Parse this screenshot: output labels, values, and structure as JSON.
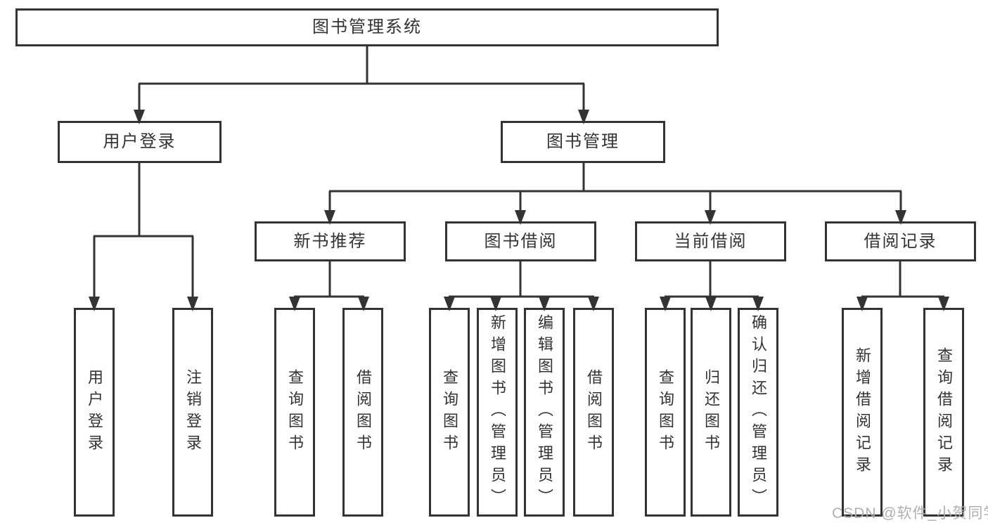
{
  "diagram": {
    "root": {
      "label": "图书管理系统"
    },
    "level2": [
      {
        "label": "用户登录"
      },
      {
        "label": "图书管理"
      }
    ],
    "level3": [
      {
        "label": "新书推荐"
      },
      {
        "label": "图书借阅"
      },
      {
        "label": "当前借阅"
      },
      {
        "label": "借阅记录"
      }
    ],
    "leaves": [
      {
        "label": "用户登录"
      },
      {
        "label": "注销登录"
      },
      {
        "label": "查询图书"
      },
      {
        "label": "借阅图书"
      },
      {
        "label": "查询图书"
      },
      {
        "label": "新增图书（管理员）"
      },
      {
        "label": "编辑图书（管理员）"
      },
      {
        "label": "借阅图书"
      },
      {
        "label": "查询图书"
      },
      {
        "label": "归还图书"
      },
      {
        "label": "确认归还（管理员）"
      },
      {
        "label": "新增借阅记录"
      },
      {
        "label": "查询借阅记录"
      }
    ]
  },
  "watermark": {
    "text": "CSDN @软件_小贺同学"
  },
  "colors": {
    "line": "#333333",
    "text": "#333333",
    "box_fill": "#ffffff",
    "watermark": "#acacac",
    "background": "#ffffff"
  }
}
